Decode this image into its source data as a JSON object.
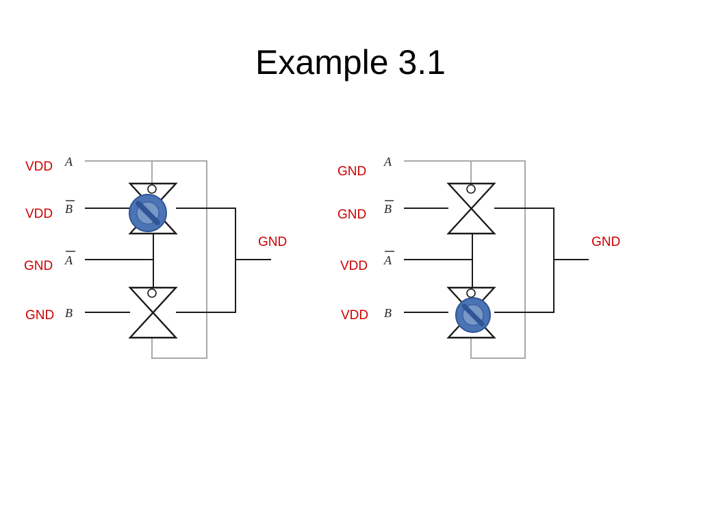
{
  "title": "Example 3.1",
  "signals": {
    "a": "A",
    "b_bar": "B",
    "a_bar": "A",
    "b": "B"
  },
  "left": {
    "inputs": [
      "VDD",
      "VDD",
      "GND",
      "GND"
    ],
    "output": "GND",
    "blocked_gate": "top"
  },
  "right": {
    "inputs": [
      "GND",
      "GND",
      "VDD",
      "VDD"
    ],
    "output": "GND",
    "blocked_gate": "bottom"
  },
  "colors": {
    "annotation": "#cc0000",
    "blocked_fill": "#4a74b4",
    "blocked_stroke": "#2f5597",
    "wire": "#1a1a1a",
    "feedback_wire": "#a8a8a8"
  },
  "icons": {
    "blocked": "no-entry-icon",
    "gate": "transmission-gate-icon"
  }
}
